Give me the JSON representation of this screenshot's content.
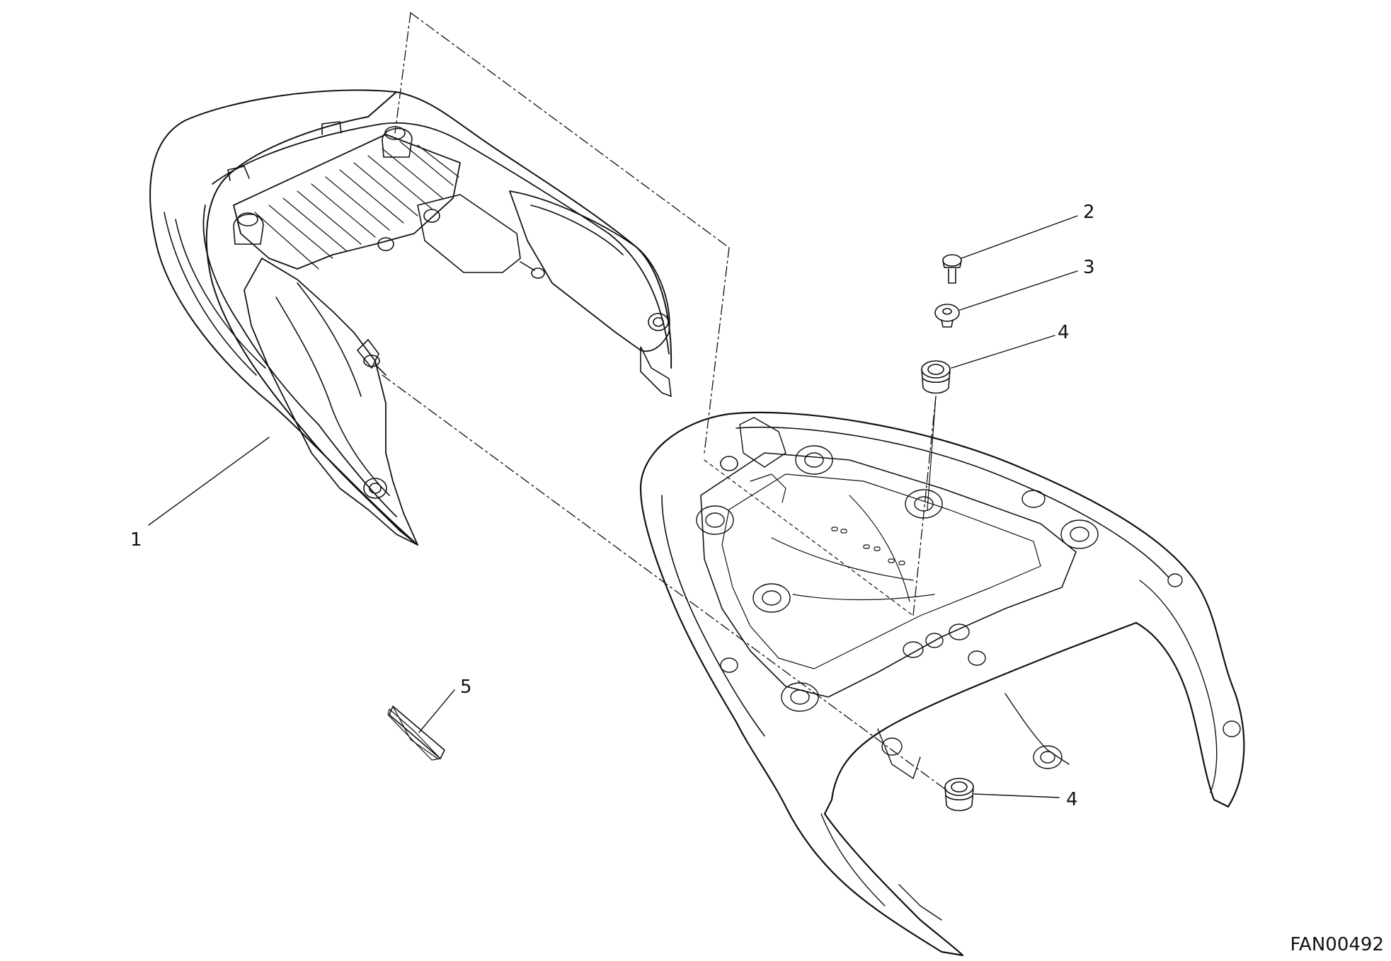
{
  "callouts": {
    "c1": "1",
    "c2": "2",
    "c3": "3",
    "c4a": "4",
    "c4b": "4",
    "c5": "5"
  },
  "drawing_code": "FAN00492",
  "colors": {
    "line": "#111111",
    "background": "#ffffff"
  }
}
